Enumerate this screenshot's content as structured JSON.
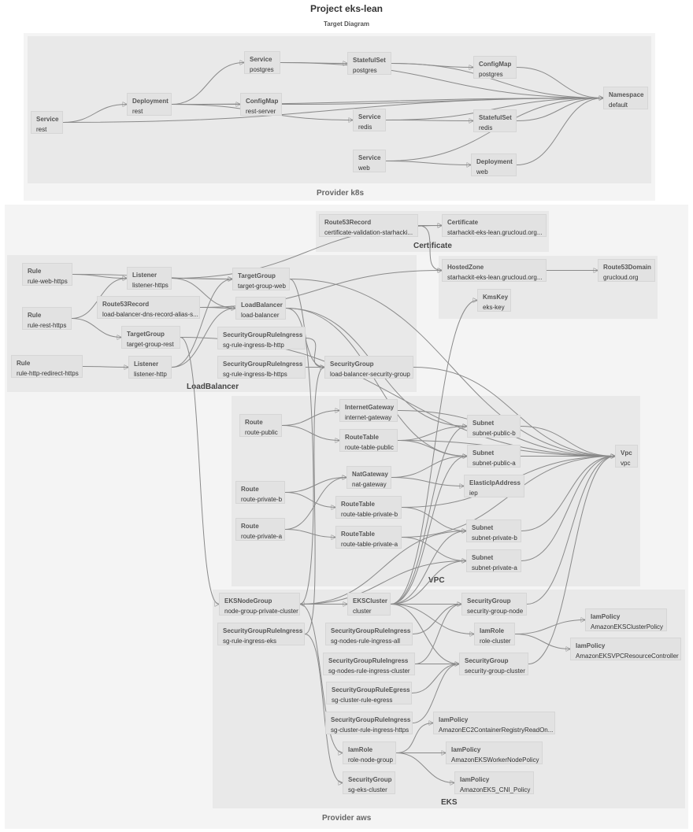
{
  "title": "Project eks-lean",
  "subtitle": "Target Diagram",
  "clusters": {
    "k8s": "Provider k8s",
    "aws": "Provider aws",
    "certificate": "Certificate",
    "loadbalancer": "LoadBalancer",
    "vpc": "VPC",
    "eks": "EKS"
  },
  "nodes": {
    "k8s_service_rest": {
      "type": "Service",
      "name": "rest"
    },
    "k8s_deployment_rest": {
      "type": "Deployment",
      "name": "rest"
    },
    "k8s_service_postgres": {
      "type": "Service",
      "name": "postgres"
    },
    "k8s_statefulset_postgres": {
      "type": "StatefulSet",
      "name": "postgres"
    },
    "k8s_configmap_postgres": {
      "type": "ConfigMap",
      "name": "postgres"
    },
    "k8s_configmap_rest_server": {
      "type": "ConfigMap",
      "name": "rest-server"
    },
    "k8s_service_redis": {
      "type": "Service",
      "name": "redis"
    },
    "k8s_statefulset_redis": {
      "type": "StatefulSet",
      "name": "redis"
    },
    "k8s_namespace_default": {
      "type": "Namespace",
      "name": "default"
    },
    "k8s_service_web": {
      "type": "Service",
      "name": "web"
    },
    "k8s_deployment_web": {
      "type": "Deployment",
      "name": "web"
    },
    "route53record_cert": {
      "type": "Route53Record",
      "name": "certificate-validation-starhacki..."
    },
    "certificate": {
      "type": "Certificate",
      "name": "starhackit-eks-lean.grucloud.org..."
    },
    "hostedzone": {
      "type": "HostedZone",
      "name": "starhackit-eks-lean.grucloud.org..."
    },
    "route53domain": {
      "type": "Route53Domain",
      "name": "grucloud.org"
    },
    "kmskey": {
      "type": "KmsKey",
      "name": "eks-key"
    },
    "rule_web_https": {
      "type": "Rule",
      "name": "rule-web-https"
    },
    "rule_rest_https": {
      "type": "Rule",
      "name": "rule-rest-https"
    },
    "rule_http_redirect": {
      "type": "Rule",
      "name": "rule-http-redirect-https"
    },
    "listener_https": {
      "type": "Listener",
      "name": "listener-https"
    },
    "listener_http": {
      "type": "Listener",
      "name": "listener-http"
    },
    "route53record_lb": {
      "type": "Route53Record",
      "name": "load-balancer-dns-record-alias-s..."
    },
    "targetgroup_rest": {
      "type": "TargetGroup",
      "name": "target-group-rest"
    },
    "targetgroup_web": {
      "type": "TargetGroup",
      "name": "target-group-web"
    },
    "loadbalancer": {
      "type": "LoadBalancer",
      "name": "load-balancer"
    },
    "sgr_lb_http": {
      "type": "SecurityGroupRuleIngress",
      "name": "sg-rule-ingress-lb-http"
    },
    "sgr_lb_https": {
      "type": "SecurityGroupRuleIngress",
      "name": "sg-rule-ingress-lb-https"
    },
    "sg_lb": {
      "type": "SecurityGroup",
      "name": "load-balancer-security-group"
    },
    "route_public": {
      "type": "Route",
      "name": "route-public"
    },
    "internet_gateway": {
      "type": "InternetGateway",
      "name": "internet-gateway"
    },
    "routetable_public": {
      "type": "RouteTable",
      "name": "route-table-public"
    },
    "subnet_public_b": {
      "type": "Subnet",
      "name": "subnet-public-b"
    },
    "subnet_public_a": {
      "type": "Subnet",
      "name": "subnet-public-a"
    },
    "vpc": {
      "type": "Vpc",
      "name": "vpc"
    },
    "route_private_b": {
      "type": "Route",
      "name": "route-private-b"
    },
    "route_private_a": {
      "type": "Route",
      "name": "route-private-a"
    },
    "natgateway": {
      "type": "NatGateway",
      "name": "nat-gateway"
    },
    "elasticip": {
      "type": "ElasticIpAddress",
      "name": "iep"
    },
    "routetable_private_b": {
      "type": "RouteTable",
      "name": "route-table-private-b"
    },
    "routetable_private_a": {
      "type": "RouteTable",
      "name": "route-table-private-a"
    },
    "subnet_private_b": {
      "type": "Subnet",
      "name": "subnet-private-b"
    },
    "subnet_private_a": {
      "type": "Subnet",
      "name": "subnet-private-a"
    },
    "eks_nodegroup": {
      "type": "EKSNodeGroup",
      "name": "node-group-private-cluster"
    },
    "sgr_eks": {
      "type": "SecurityGroupRuleIngress",
      "name": "sg-rule-ingress-eks"
    },
    "eks_cluster": {
      "type": "EKSCluster",
      "name": "cluster"
    },
    "sgr_nodes_all": {
      "type": "SecurityGroupRuleIngress",
      "name": "sg-nodes-rule-ingress-all"
    },
    "sgr_nodes_cluster": {
      "type": "SecurityGroupRuleIngress",
      "name": "sg-nodes-rule-ingress-cluster"
    },
    "sgr_cluster_egress": {
      "type": "SecurityGroupRuleEgress",
      "name": "sg-cluster-rule-egress"
    },
    "sgr_cluster_https": {
      "type": "SecurityGroupRuleIngress",
      "name": "sg-cluster-rule-ingress-https"
    },
    "sg_node": {
      "type": "SecurityGroup",
      "name": "security-group-node"
    },
    "iamrole_cluster": {
      "type": "IamRole",
      "name": "role-cluster"
    },
    "sg_cluster": {
      "type": "SecurityGroup",
      "name": "security-group-cluster"
    },
    "iampolicy_cluster": {
      "type": "IamPolicy",
      "name": "AmazonEKSClusterPolicy"
    },
    "iampolicy_vpcrc": {
      "type": "IamPolicy",
      "name": "AmazonEKSVPCResourceController"
    },
    "iampolicy_ecr": {
      "type": "IamPolicy",
      "name": "AmazonEC2ContainerRegistryReadOn..."
    },
    "iamrole_nodegroup": {
      "type": "IamRole",
      "name": "role-node-group"
    },
    "iampolicy_worker": {
      "type": "IamPolicy",
      "name": "AmazonEKSWorkerNodePolicy"
    },
    "iampolicy_cni": {
      "type": "IamPolicy",
      "name": "AmazonEKS_CNI_Policy"
    },
    "sg_eks_cluster": {
      "type": "SecurityGroup",
      "name": "sg-eks-cluster"
    }
  },
  "edges": [
    [
      "k8s_service_rest",
      "k8s_deployment_rest"
    ],
    [
      "k8s_service_rest",
      "k8s_namespace_default"
    ],
    [
      "k8s_deployment_rest",
      "k8s_service_postgres"
    ],
    [
      "k8s_deployment_rest",
      "k8s_configmap_rest_server"
    ],
    [
      "k8s_deployment_rest",
      "k8s_service_redis"
    ],
    [
      "k8s_deployment_rest",
      "k8s_namespace_default"
    ],
    [
      "k8s_service_postgres",
      "k8s_statefulset_postgres"
    ],
    [
      "k8s_service_postgres",
      "k8s_namespace_default"
    ],
    [
      "k8s_statefulset_postgres",
      "k8s_configmap_postgres"
    ],
    [
      "k8s_statefulset_postgres",
      "k8s_namespace_default"
    ],
    [
      "k8s_configmap_postgres",
      "k8s_namespace_default"
    ],
    [
      "k8s_configmap_rest_server",
      "k8s_namespace_default"
    ],
    [
      "k8s_service_redis",
      "k8s_statefulset_redis"
    ],
    [
      "k8s_service_redis",
      "k8s_namespace_default"
    ],
    [
      "k8s_statefulset_redis",
      "k8s_namespace_default"
    ],
    [
      "k8s_service_web",
      "k8s_deployment_web"
    ],
    [
      "k8s_service_web",
      "k8s_namespace_default"
    ],
    [
      "k8s_deployment_web",
      "k8s_namespace_default"
    ],
    [
      "route53record_cert",
      "certificate"
    ],
    [
      "route53record_cert",
      "hostedzone"
    ],
    [
      "hostedzone",
      "route53domain"
    ],
    [
      "rule_web_https",
      "listener_https"
    ],
    [
      "rule_web_https",
      "targetgroup_web"
    ],
    [
      "rule_rest_https",
      "listener_https"
    ],
    [
      "rule_rest_https",
      "targetgroup_rest"
    ],
    [
      "rule_http_redirect",
      "listener_http"
    ],
    [
      "listener_https",
      "targetgroup_web"
    ],
    [
      "listener_https",
      "loadbalancer"
    ],
    [
      "listener_https",
      "certificate"
    ],
    [
      "listener_http",
      "targetgroup_web"
    ],
    [
      "listener_http",
      "loadbalancer"
    ],
    [
      "route53record_lb",
      "loadbalancer"
    ],
    [
      "route53record_lb",
      "hostedzone"
    ],
    [
      "targetgroup_rest",
      "vpc"
    ],
    [
      "targetgroup_rest",
      "eks_nodegroup"
    ],
    [
      "targetgroup_web",
      "vpc"
    ],
    [
      "targetgroup_web",
      "eks_nodegroup"
    ],
    [
      "loadbalancer",
      "sg_lb"
    ],
    [
      "loadbalancer",
      "subnet_public_a"
    ],
    [
      "loadbalancer",
      "subnet_public_b"
    ],
    [
      "sgr_lb_http",
      "sg_lb"
    ],
    [
      "sgr_lb_https",
      "sg_lb"
    ],
    [
      "sg_lb",
      "vpc"
    ],
    [
      "route_public",
      "internet_gateway"
    ],
    [
      "route_public",
      "routetable_public"
    ],
    [
      "internet_gateway",
      "vpc"
    ],
    [
      "routetable_public",
      "subnet_public_a"
    ],
    [
      "routetable_public",
      "subnet_public_b"
    ],
    [
      "routetable_public",
      "vpc"
    ],
    [
      "subnet_public_b",
      "vpc"
    ],
    [
      "subnet_public_a",
      "vpc"
    ],
    [
      "route_private_b",
      "natgateway"
    ],
    [
      "route_private_b",
      "routetable_private_b"
    ],
    [
      "route_private_a",
      "natgateway"
    ],
    [
      "route_private_a",
      "routetable_private_a"
    ],
    [
      "natgateway",
      "elasticip"
    ],
    [
      "natgateway",
      "subnet_public_a"
    ],
    [
      "routetable_private_b",
      "subnet_private_b"
    ],
    [
      "routetable_private_b",
      "vpc"
    ],
    [
      "routetable_private_a",
      "subnet_private_a"
    ],
    [
      "routetable_private_a",
      "vpc"
    ],
    [
      "subnet_private_b",
      "vpc"
    ],
    [
      "subnet_private_a",
      "vpc"
    ],
    [
      "eks_nodegroup",
      "eks_cluster"
    ],
    [
      "eks_nodegroup",
      "subnet_private_a"
    ],
    [
      "eks_nodegroup",
      "subnet_private_b"
    ],
    [
      "eks_nodegroup",
      "iamrole_nodegroup"
    ],
    [
      "sgr_eks",
      "sg_lb"
    ],
    [
      "sgr_eks",
      "sg_eks_cluster"
    ],
    [
      "eks_cluster",
      "subnet_public_a"
    ],
    [
      "eks_cluster",
      "subnet_public_b"
    ],
    [
      "eks_cluster",
      "subnet_private_a"
    ],
    [
      "eks_cluster",
      "subnet_private_b"
    ],
    [
      "eks_cluster",
      "sg_cluster"
    ],
    [
      "eks_cluster",
      "sg_node"
    ],
    [
      "eks_cluster",
      "iamrole_cluster"
    ],
    [
      "eks_cluster",
      "kmskey"
    ],
    [
      "sgr_nodes_all",
      "sg_node"
    ],
    [
      "sgr_nodes_cluster",
      "sg_node"
    ],
    [
      "sgr_nodes_cluster",
      "sg_cluster"
    ],
    [
      "sgr_cluster_egress",
      "sg_cluster"
    ],
    [
      "sgr_cluster_https",
      "sg_cluster"
    ],
    [
      "sg_node",
      "vpc"
    ],
    [
      "sg_cluster",
      "vpc"
    ],
    [
      "iamrole_cluster",
      "iampolicy_cluster"
    ],
    [
      "iamrole_cluster",
      "iampolicy_vpcrc"
    ],
    [
      "iamrole_nodegroup",
      "iampolicy_ecr"
    ],
    [
      "iamrole_nodegroup",
      "iampolicy_worker"
    ],
    [
      "iamrole_nodegroup",
      "iampolicy_cni"
    ]
  ]
}
